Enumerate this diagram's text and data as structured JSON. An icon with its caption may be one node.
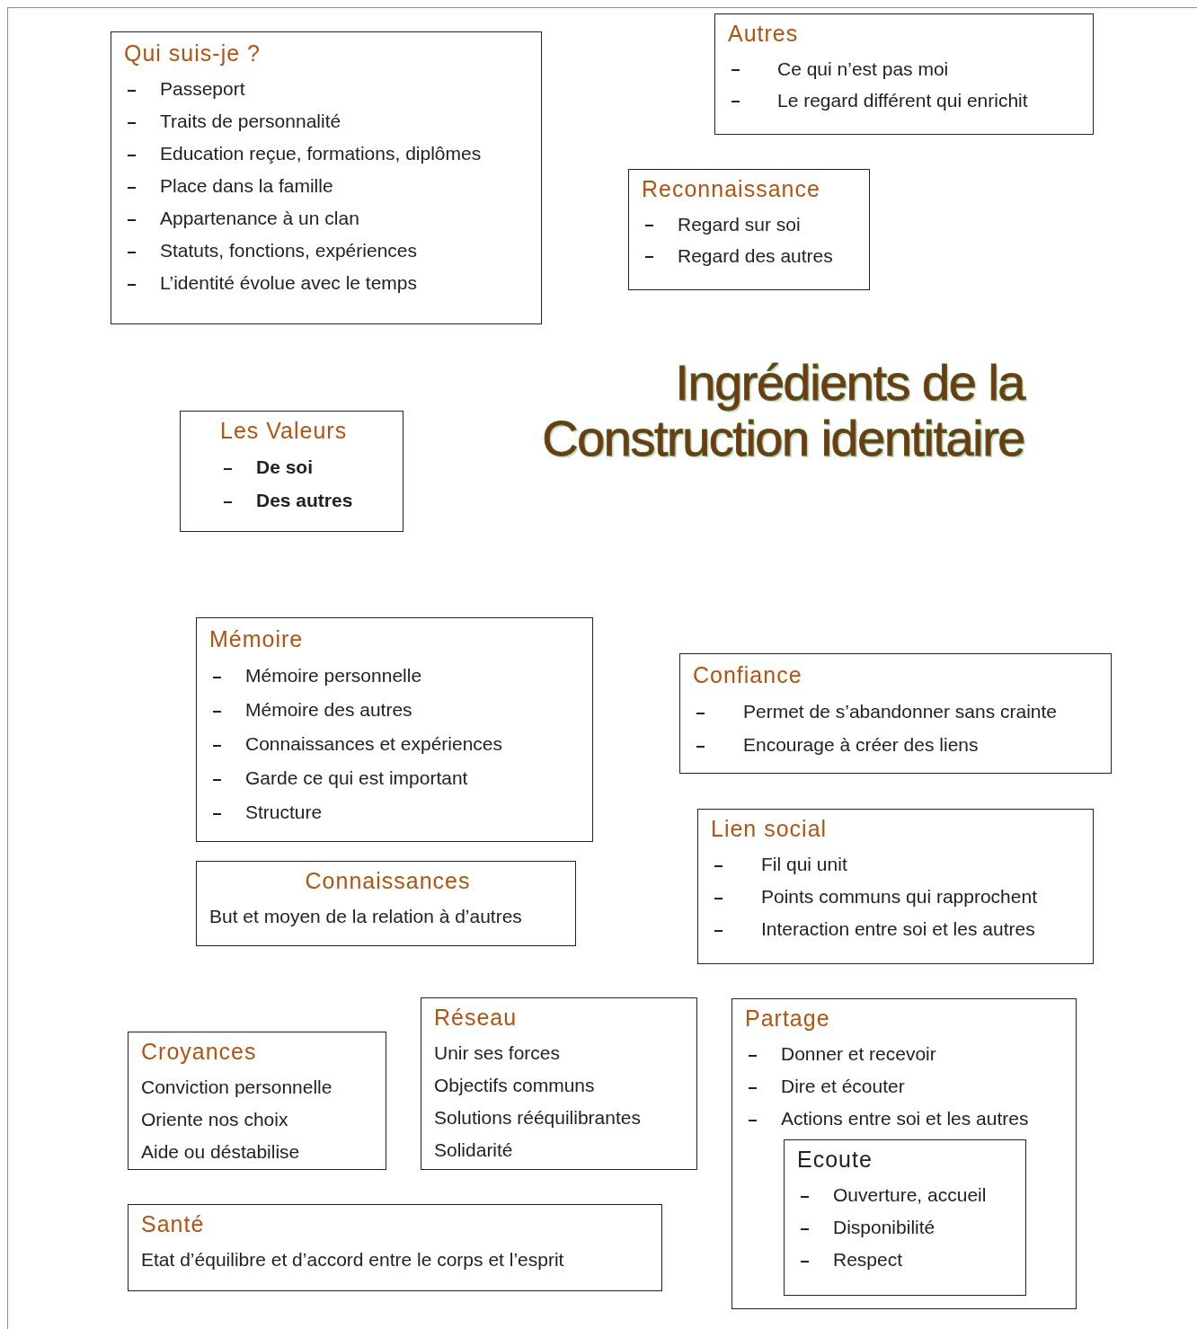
{
  "diagram": {
    "title": "Ingrédients de la Construction identitaire",
    "nodes": [
      {
        "text": [
          "Qui suis-je ?",
          "Passeport",
          "Traits de personnalité",
          "Education reçue, formations, diplômes",
          "Place dans la famille",
          "Appartenance à un clan",
          "Statuts, fonctions, expériences",
          "L’identité évolue avec le temps"
        ]
      },
      {
        "text": [
          "Autres",
          "Ce qui n’est pas moi",
          "Le regard différent qui enrichit"
        ]
      },
      {
        "text": [
          "Reconnaissance",
          "Regard sur soi",
          "Regard des autres"
        ]
      },
      {
        "text": [
          "Les Valeurs",
          "De soi",
          "Des autres"
        ]
      },
      {
        "text": [
          "Mémoire",
          "Mémoire personnelle",
          "Mémoire des autres",
          "Connaissances et expériences",
          "Garde ce qui est important",
          "Structure"
        ]
      },
      {
        "text": [
          "Confiance",
          "Permet de s’abandonner sans crainte",
          "Encourage à créer des liens"
        ]
      },
      {
        "text": [
          "Connaissances",
          "But et moyen de la relation à d’autres"
        ]
      },
      {
        "text": [
          "Lien social",
          "Fil qui unit",
          "Points communs qui rapprochent",
          "Interaction entre soi et les autres"
        ]
      },
      {
        "text": [
          "Croyances",
          "Conviction personnelle",
          "Oriente nos choix",
          "Aide ou déstabilise"
        ]
      },
      {
        "text": [
          "Réseau",
          "Unir ses forces",
          "Objectifs communs",
          "Solutions rééquilibrantes",
          "Solidarité"
        ]
      },
      {
        "text": [
          "Partage",
          "Donner et recevoir",
          "Dire et écouter",
          "Actions entre soi et les autres"
        ]
      },
      {
        "text": [
          "Ecoute",
          "Ouverture, accueil",
          "Disponibilité",
          "Respect"
        ],
        "in": 10
      },
      {
        "text": [
          "Santé",
          "Etat d’équilibre et d’accord entre le corps et l’esprit"
        ]
      }
    ]
  }
}
